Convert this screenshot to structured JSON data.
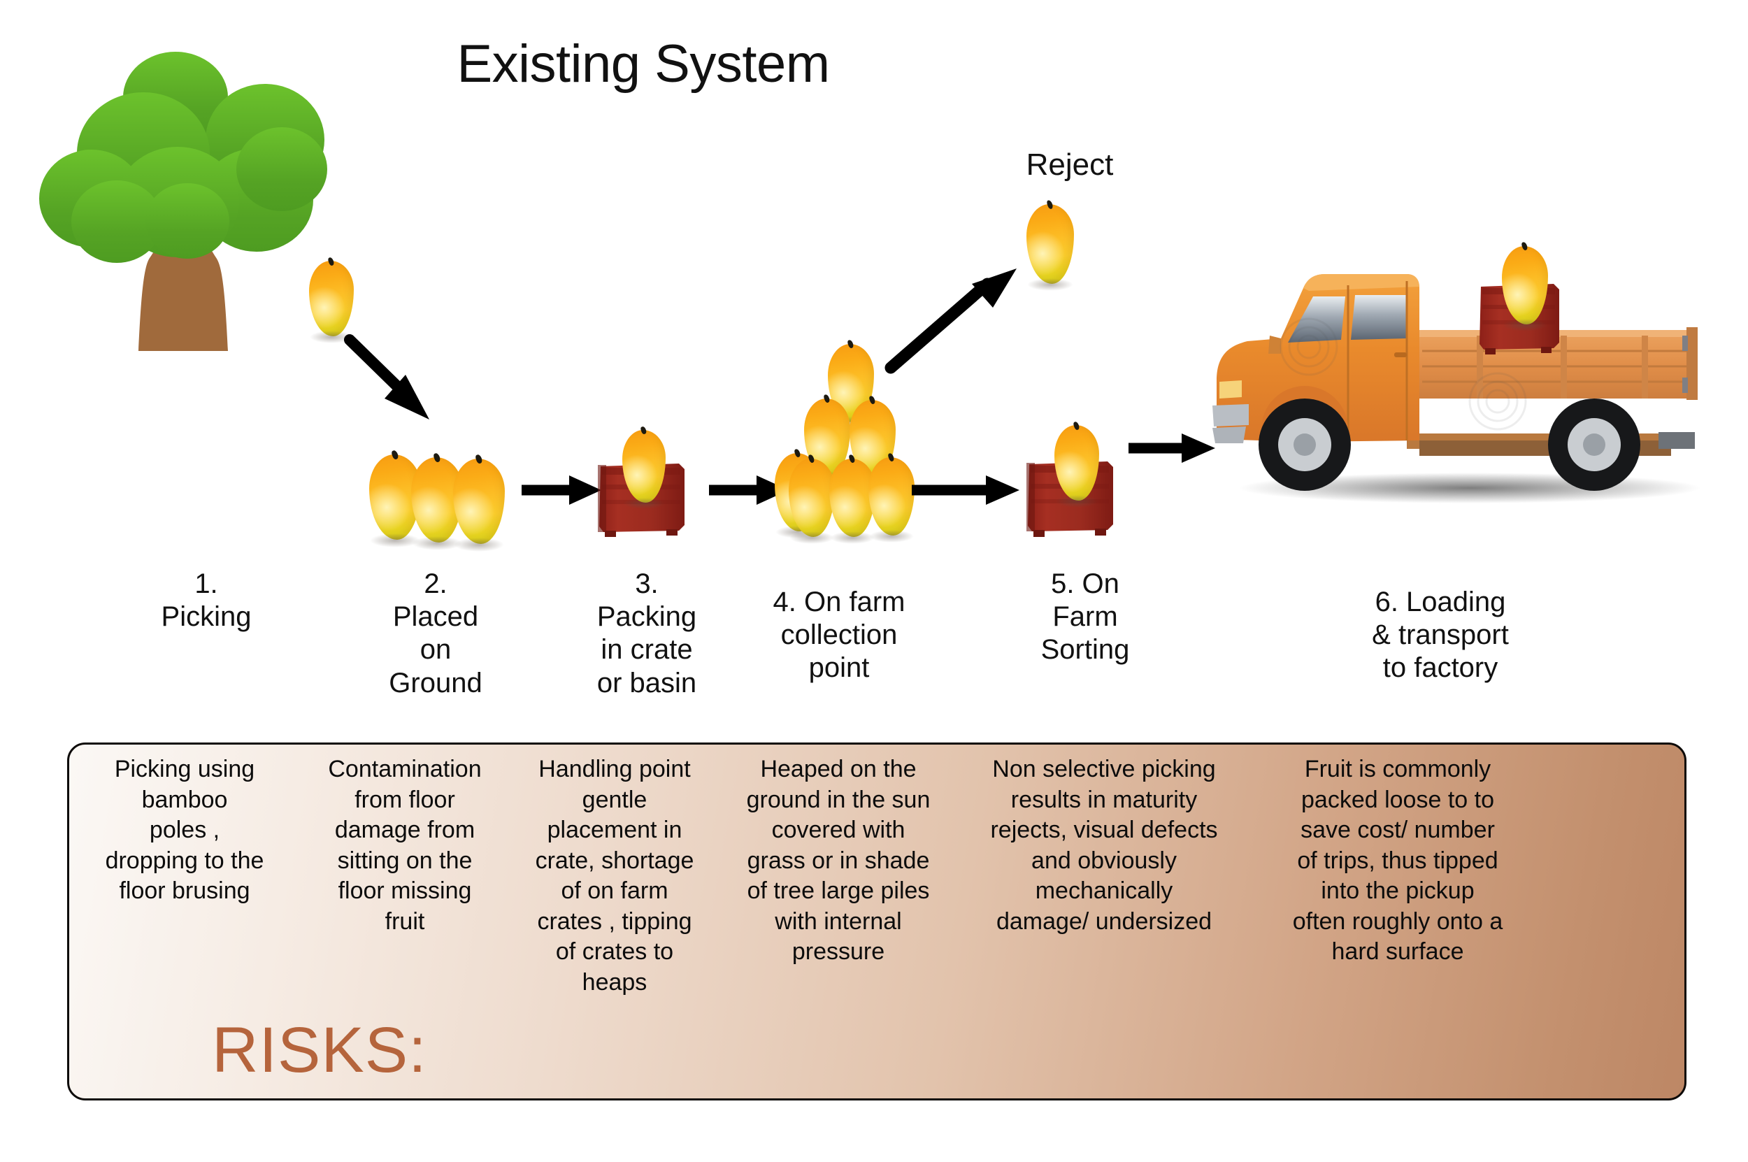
{
  "title": "Existing System",
  "reject_label": "Reject",
  "steps": [
    {
      "id": "picking",
      "label": "1.\nPicking"
    },
    {
      "id": "placed-ground",
      "label": "2.\nPlaced\non\nGround"
    },
    {
      "id": "packing-crate",
      "label": "3.\nPacking\nin crate\nor basin"
    },
    {
      "id": "collection",
      "label": "4. On farm\ncollection\npoint"
    },
    {
      "id": "sorting",
      "label": "5. On\nFarm\nSorting"
    },
    {
      "id": "loading",
      "label": "6.  Loading\n& transport\nto factory"
    }
  ],
  "risks": {
    "heading": "RISKS:",
    "items": [
      {
        "id": "risk-picking",
        "text": "Picking using\nbamboo\npoles ,\ndropping to the\nfloor brusing"
      },
      {
        "id": "risk-ground",
        "text": "Contamination\nfrom floor\ndamage from\nsitting on the\nfloor missing\nfruit"
      },
      {
        "id": "risk-crate",
        "text": "Handling point\ngentle\nplacement in\ncrate, shortage\nof on farm\ncrates , tipping\nof crates to\nheaps"
      },
      {
        "id": "risk-heap",
        "text": "Heaped on the\nground in the sun\ncovered with\ngrass or in shade\nof tree large piles\nwith internal\npressure"
      },
      {
        "id": "risk-sorting",
        "text": "Non selective picking\nresults in maturity\nrejects, visual defects\nand obviously\nmechanically\ndamage/ undersized"
      },
      {
        "id": "risk-transport",
        "text": "Fruit is commonly\npacked loose to to\nsave cost/ number\nof trips, thus tipped\ninto the pickup\noften roughly onto a\nhard surface"
      }
    ]
  },
  "colors": {
    "canopy_green": "#55a324",
    "trunk_brown": "#a06a3c",
    "mango_orange": "#fbab16",
    "mango_yellow": "#cfd21a",
    "crate_red": "#9e2a20",
    "truck_orange": "#e8862a",
    "risks_text": "#b5643c",
    "risks_gradient_start": "#fbf8f5",
    "risks_gradient_end": "#bd8765",
    "arrow_black": "#000000"
  },
  "icons": {
    "tree": "tree-icon",
    "mango": "mango-icon",
    "crate": "crate-icon",
    "truck": "truck-icon",
    "arrow": "arrow-right-icon",
    "arrow_diagonal": "arrow-up-right-icon"
  }
}
